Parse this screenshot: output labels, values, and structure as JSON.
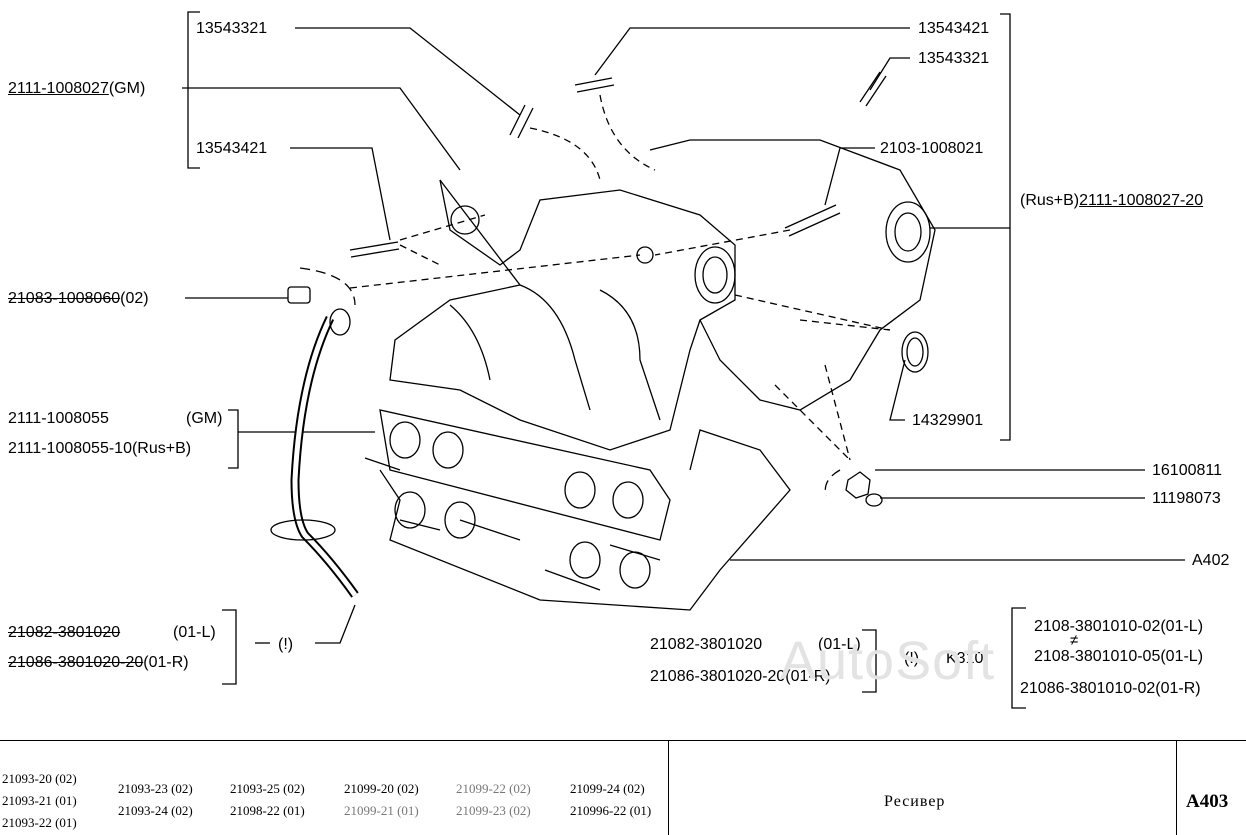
{
  "parts": {
    "stud_top_left": "13543321",
    "stud_top_right": "13543421",
    "stud_right": "13543321",
    "manifold_gm_prefix": "2111-1008027",
    "manifold_gm_suffix": "(GM)",
    "stud_left": "13543421",
    "bolt_2103": "2103-1008021",
    "manifold_rusb_prefix": "(Rus+B)",
    "manifold_rusb": "2111-1008027-20",
    "plug_a": "21083-1008060",
    "plug_b": "(02)",
    "gasket_gm_code": "2111-1008055",
    "gasket_gm_tag": "(GM)",
    "gasket_rusb": "2111-1008055-10(Rus+B)",
    "seal_ring": "14329901",
    "nut": "16100811",
    "washer": "11198073",
    "ref_a402": "A402",
    "hose_l_code": "21082-3801020",
    "hose_l_tag": "(01-L)",
    "hose_r_a": "21086-3801020-20",
    "hose_r_b": "(01-R)",
    "excl_left": "(!)",
    "mid_l_code": "21082-3801020",
    "mid_l_tag": "(01-L)",
    "mid_r": "21086-3801020-20(01-R)",
    "excl_mid": "(!)",
    "k310": "K310",
    "r1": "2108-3801010-02(01-L)",
    "r2": "2108-3801010-05(01-L)",
    "r3": "21086-3801010-02(01-R)",
    "neq": "≠"
  },
  "watermark": "AutoSoft",
  "footer": {
    "models_col1": [
      "21093-20 (02)",
      "21093-21 (01)",
      "21093-22 (01)"
    ],
    "models_row1": [
      "21093-23 (02)",
      "21093-25 (02)",
      "21099-20 (02)",
      "21099-22 (02)",
      "21099-24 (02)"
    ],
    "models_row2": [
      "21093-24 (02)",
      "21098-22 (01)",
      "21099-21 (01)",
      "21099-23 (02)",
      "210996-22 (01)"
    ],
    "title": "Ресивер",
    "code": "A403"
  }
}
